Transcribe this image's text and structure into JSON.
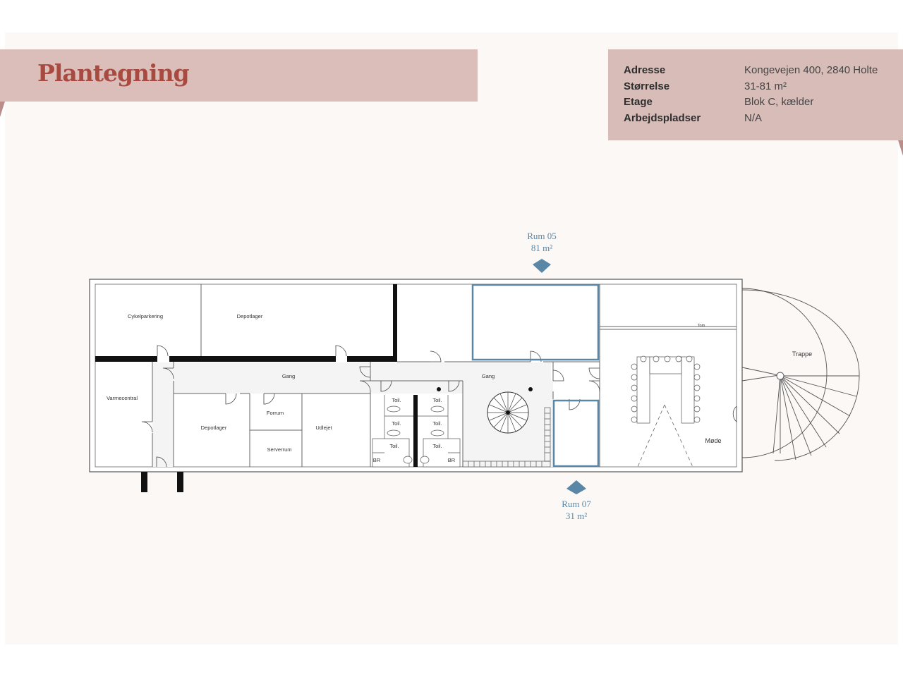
{
  "header": {
    "title": "Plantegning"
  },
  "info": {
    "rows": [
      {
        "key": "Adresse",
        "value": "Kongevejen 400, 2840 Holte"
      },
      {
        "key": "Størrelse",
        "value": "31-81 m²"
      },
      {
        "key": "Etage",
        "value": "Blok C, kælder"
      },
      {
        "key": "Arbejdspladser",
        "value": "N/A"
      }
    ]
  },
  "plan": {
    "highlight_color": "#5a87a5",
    "callouts": {
      "rum05": {
        "name": "Rum 05",
        "area": "81 m²"
      },
      "rum07": {
        "name": "Rum 07",
        "area": "31 m²"
      }
    },
    "rooms": {
      "cykelparkering": "Cykelparkering",
      "depotlager_top": "Depotlager",
      "varmecentral": "Varmecentral",
      "gang_left": "Gang",
      "gang_right": "Gang",
      "depotlager_bottom": "Depotlager",
      "forrum": "Forrum",
      "serverrum": "Serverrum",
      "udlejet": "Udlejet",
      "toil_1": "Toil.",
      "toil_2": "Toil.",
      "toil_3": "Toil.",
      "toil_4": "Toil.",
      "toil_5": "Toil.",
      "toil_6": "Toil.",
      "br_1": "BR",
      "br_2": "BR",
      "tom": "Tom",
      "trappe": "Trappe",
      "mode": "Møde"
    }
  }
}
